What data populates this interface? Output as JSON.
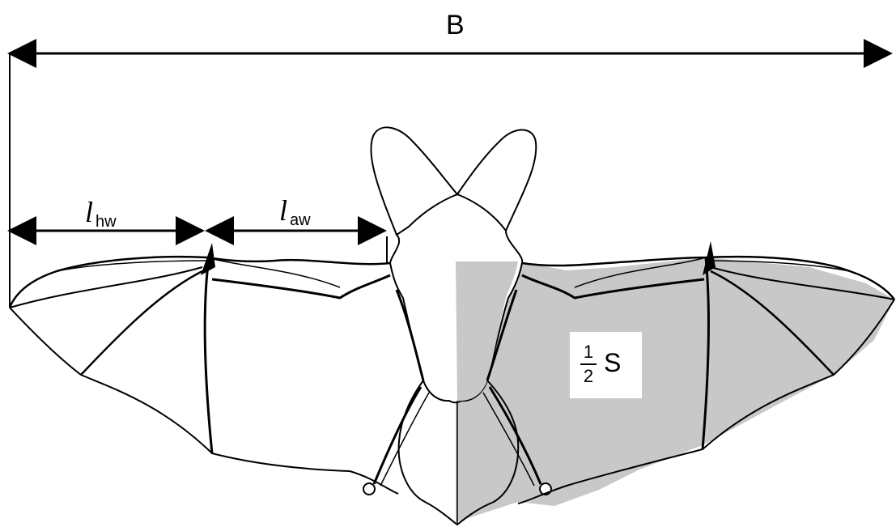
{
  "labels": {
    "wingspan": "B",
    "hand_wing_letter": "l",
    "hand_wing_sub": "hw",
    "arm_wing_letter": "l",
    "arm_wing_sub": "aw",
    "area_num": "1",
    "area_den": "2",
    "area_symbol": "S"
  },
  "colors": {
    "outline": "#000000",
    "shaded_area": "#c8c8c8",
    "background": "#ffffff"
  }
}
